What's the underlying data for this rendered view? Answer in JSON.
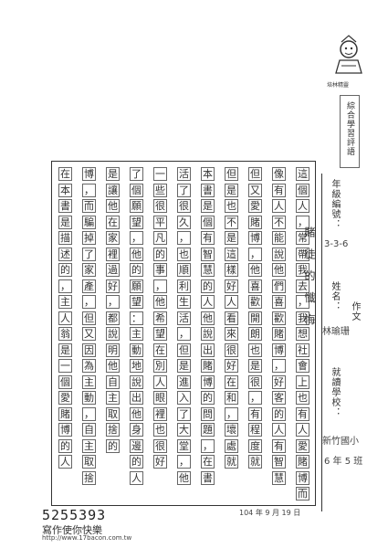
{
  "document": {
    "grid_columns": [
      "這個人，常帶我去，我想社會上也有人愛賭博而",
      "像有人不能說他們喜歡賭博，好客的人有智慧",
      "但又愛賭博，他喜歡開朗也是很，有程度就",
      "但是也不是這樣好人看來很好在和，壞處就",
      "本書是個有智慧的人他說出賭博的問題，在書",
      "活了很久，也順利生活，但是進入了大堂，他",
      "一些很平凡的事，他希望在別人眼裡也很好",
      "了個願望，他的願望：主動地說出他身邊的人",
      "是讓他在家裡過好，都說明他自主取捨的",
      "博，而騙掉了家產，但又因為主動，自主取捨",
      "在本書是描述的，主人翁是一個愛賭博的人"
    ],
    "title_column": "賭 徒 的 懺 悔",
    "info": {
      "label_grade": "年級編號：",
      "grade_value": "3-3-6",
      "label_name": "姓名：",
      "name_value": "林瑜珊",
      "label_school": "就讀學校：",
      "school_value": "新竹國小",
      "class_value": "6 年 5 班",
      "author_note": "作文"
    },
    "stamp_label": "培林精靈",
    "banner_text": "綜合學習評語",
    "date_text": "104 年 9 月 19 日",
    "footer": {
      "number": "5255393",
      "slogan": "寫作使你快樂",
      "url": "http://www.17bacon.com.tw"
    }
  }
}
